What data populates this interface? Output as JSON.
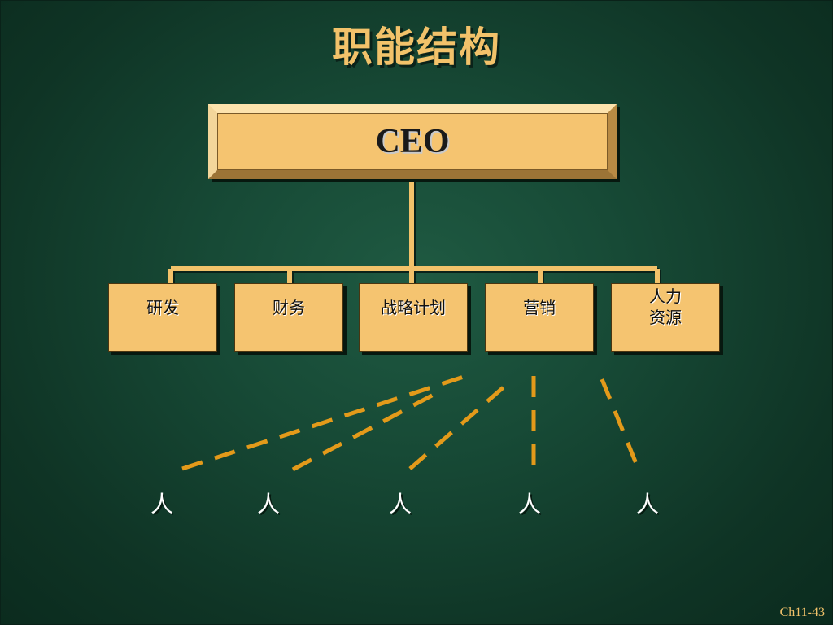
{
  "title": "职能结构",
  "ceo": "CEO",
  "departments": [
    {
      "label": "研发"
    },
    {
      "label": "财务"
    },
    {
      "label": "战略计划"
    },
    {
      "label": "营销"
    },
    {
      "label": "人力\n资源"
    }
  ],
  "people": [
    "人",
    "人",
    "人",
    "人",
    "人"
  ],
  "slide_number": "Ch11-43",
  "colors": {
    "box_fill": "#f5c470",
    "connector": "#f2c26a",
    "dashed": "#e39a1a",
    "title": "#f2c26a",
    "background": "#174a36"
  }
}
